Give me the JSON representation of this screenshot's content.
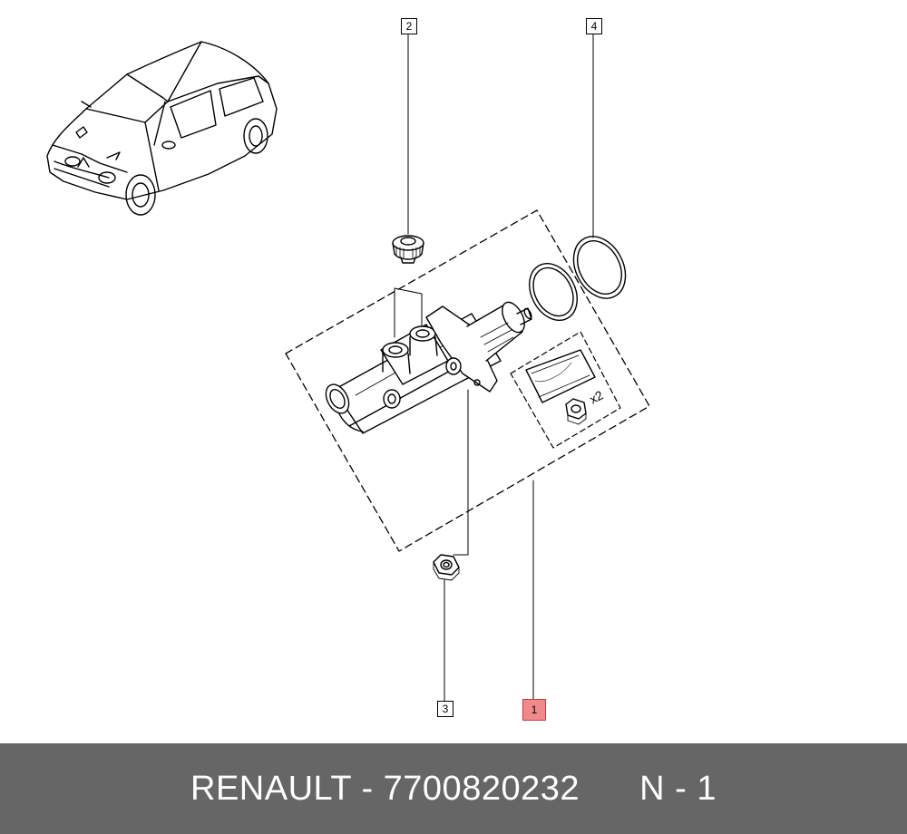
{
  "callouts": [
    {
      "id": "1",
      "label": "1",
      "highlighted": true
    },
    {
      "id": "2",
      "label": "2",
      "highlighted": false
    },
    {
      "id": "3",
      "label": "3",
      "highlighted": false
    },
    {
      "id": "4",
      "label": "4",
      "highlighted": false
    }
  ],
  "kit_quantity": "x2",
  "footer": {
    "brand": "RENAULT",
    "separator": "-",
    "part_number": "7700820232",
    "position": "N - 1"
  },
  "colors": {
    "highlight": "#f08a8a",
    "footer_bg": "#666666",
    "footer_text": "#ffffff",
    "line": "#000000"
  }
}
